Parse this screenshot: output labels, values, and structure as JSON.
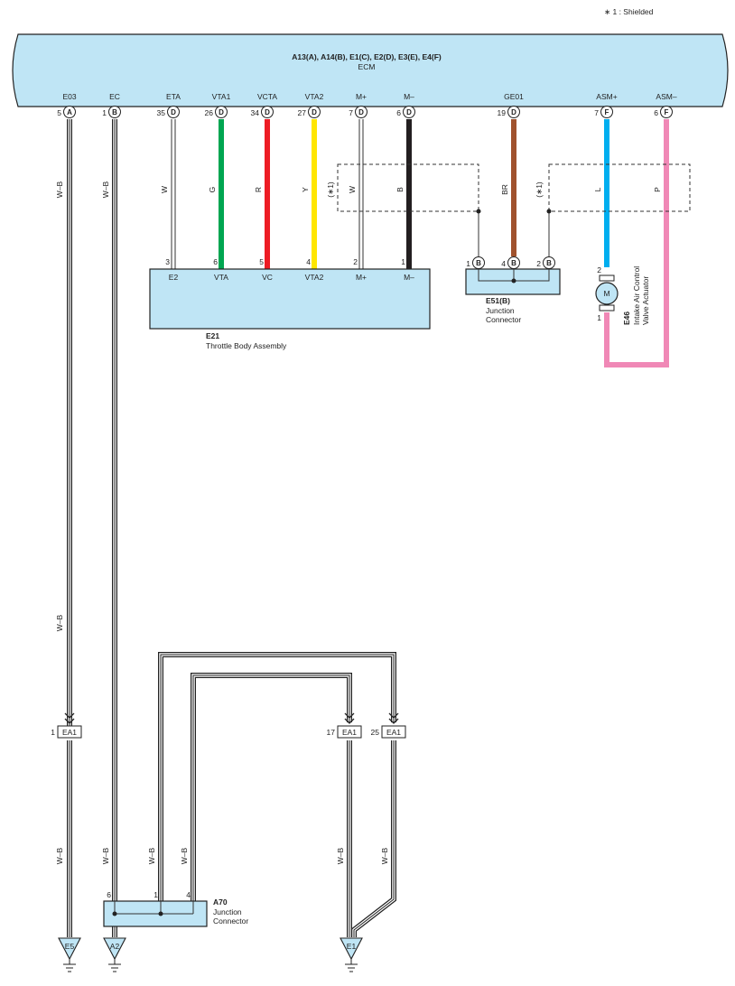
{
  "note": "∗ 1 : Shielded",
  "ecm": {
    "title": "A13(A), A14(B), E1(C), E2(D), E3(E), E4(F)",
    "subtitle": "ECM",
    "pins": [
      {
        "name": "E03",
        "num": "5",
        "conn": "A"
      },
      {
        "name": "EC",
        "num": "1",
        "conn": "B"
      },
      {
        "name": "ETA",
        "num": "35",
        "conn": "D"
      },
      {
        "name": "VTA1",
        "num": "26",
        "conn": "D"
      },
      {
        "name": "VCTA",
        "num": "34",
        "conn": "D"
      },
      {
        "name": "VTA2",
        "num": "27",
        "conn": "D"
      },
      {
        "name": "M+",
        "num": "7",
        "conn": "D"
      },
      {
        "name": "M–",
        "num": "6",
        "conn": "D"
      },
      {
        "name": "GE01",
        "num": "19",
        "conn": "D"
      },
      {
        "name": "ASM+",
        "num": "7",
        "conn": "F"
      },
      {
        "name": "ASM–",
        "num": "6",
        "conn": "F"
      }
    ]
  },
  "wire_labels": {
    "e03_top": "W–B",
    "ec_top": "W–B",
    "eta": "W",
    "vta1": "G",
    "vcta": "R",
    "vta2": "Y",
    "shield1": "(∗1)",
    "mplus": "W",
    "mminus": "B",
    "ge01": "BR",
    "shield2": "(∗1)",
    "asmplus": "L",
    "asmminus": "P",
    "e03_mid": "W–B",
    "e03_bot": "W–B",
    "ec_bot": "W–B",
    "a70_1": "W–B",
    "a70_4": "W–B",
    "ea17": "W–B",
    "ea25": "W–B"
  },
  "colors": {
    "W": "#ffffff",
    "G": "#00a651",
    "R": "#ed1c24",
    "Y": "#ffe600",
    "B": "#231f20",
    "BR": "#a0522d",
    "L": "#00aeef",
    "P": "#f088b6",
    "box": "#bfe5f5"
  },
  "e21": {
    "code": "E21",
    "name": "Throttle Body Assembly",
    "pins": [
      {
        "num": "3",
        "name": "E2"
      },
      {
        "num": "6",
        "name": "VTA"
      },
      {
        "num": "5",
        "name": "VC"
      },
      {
        "num": "4",
        "name": "VTA2"
      },
      {
        "num": "2",
        "name": "M+"
      },
      {
        "num": "1",
        "name": "M–"
      }
    ]
  },
  "e51": {
    "code": "E51(B)",
    "name_1": "Junction",
    "name_2": "Connector",
    "pins": [
      {
        "num": "1",
        "conn": "B"
      },
      {
        "num": "4",
        "conn": "B"
      },
      {
        "num": "2",
        "conn": "B"
      }
    ]
  },
  "e46": {
    "code": "E46",
    "name_1": "Intake Air Control",
    "name_2": "Valve Actuator",
    "pin_top": "2",
    "pin_bottom": "1",
    "motor": "M"
  },
  "ea1": [
    {
      "num": "1",
      "label": "EA1"
    },
    {
      "num": "17",
      "label": "EA1"
    },
    {
      "num": "25",
      "label": "EA1"
    }
  ],
  "a70": {
    "code": "A70",
    "name_1": "Junction",
    "name_2": "Connector",
    "pins": [
      "6",
      "1",
      "4"
    ]
  },
  "grounds": [
    "E5",
    "A2",
    "E1"
  ]
}
